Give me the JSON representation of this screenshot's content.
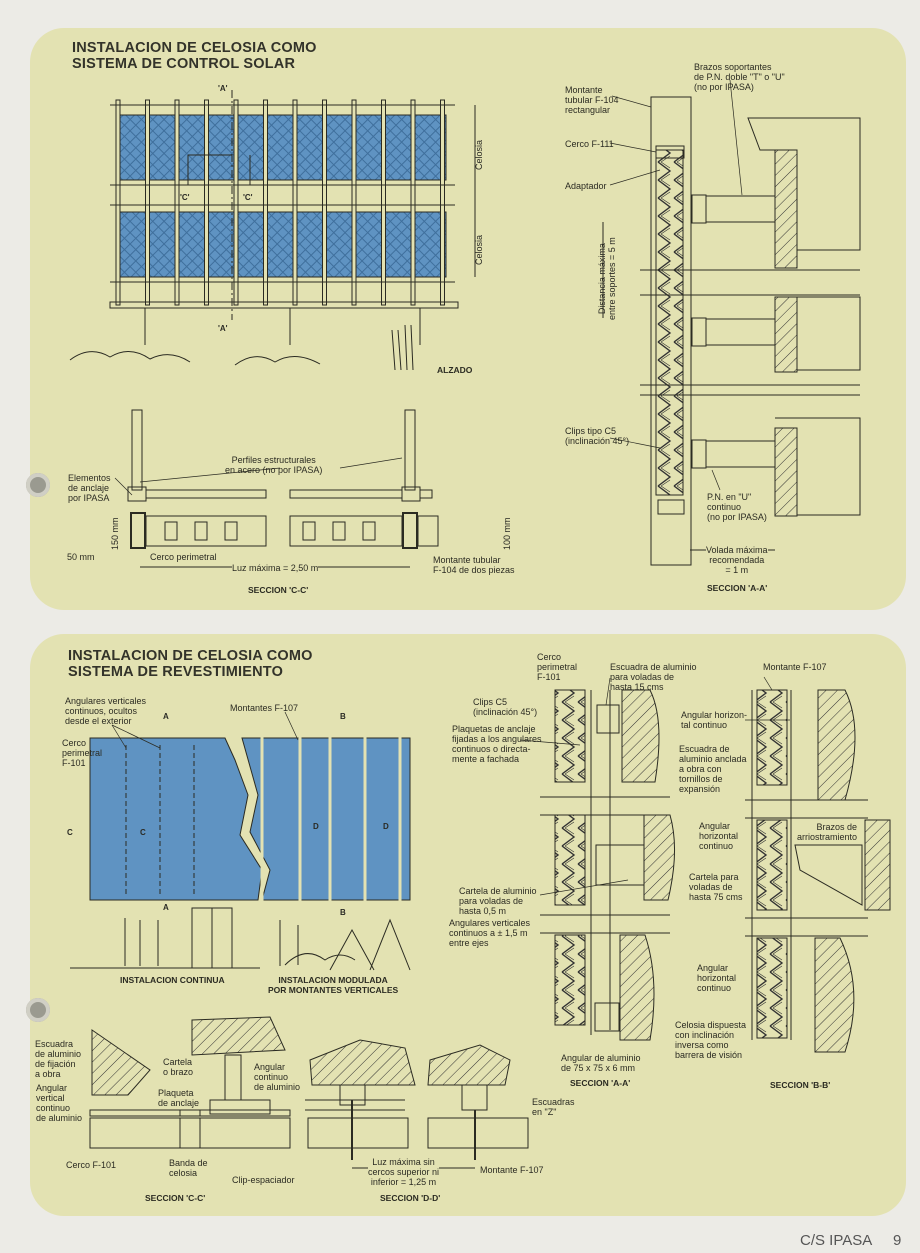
{
  "top_section": {
    "title": "INSTALACION DE CELOSIA COMO\nSISTEMA DE CONTROL SOLAR",
    "elevation": {
      "caption": "ALZADO",
      "markers": [
        "'A'",
        "'A'",
        "'C'",
        "'C'"
      ],
      "dim_labels": [
        "Celosia",
        "Celosia"
      ]
    },
    "section_cc": {
      "caption": "SECCION 'C-C'",
      "labels": {
        "anclaje": "Elementos\nde anclaje\npor IPASA",
        "perfiles": "Perfiles estructurales\nen acero (no por IPASA)",
        "h150": "150 mm",
        "w50": "50 mm",
        "cerco": "Cerco perimetral",
        "luz": "Luz máxima = 2,50 m",
        "montante": "Montante tubular\nF-104 de dos piezas",
        "h100": "100 mm"
      }
    },
    "section_aa": {
      "caption": "SECCION 'A-A'",
      "labels": {
        "montante": "Montante\ntubular F-104\nrectangular",
        "brazos": "Brazos soportantes\nde P.N. doble \"T\" o \"U\"\n(no por IPASA)",
        "cerco": "Cerco F-111",
        "adaptador": "Adaptador",
        "distancia": "Distancia máxima\nentre soportes = 5 m",
        "clips": "Clips tipo C5\n(inclinación 45°)",
        "pn": "P.N. en \"U\"\ncontinuo\n(no por IPASA)",
        "volada": "Volada máxima\nrecomendada\n= 1 m"
      }
    }
  },
  "bottom_section": {
    "title": "INSTALACION DE CELOSIA COMO\nSISTEMA DE REVESTIMIENTO",
    "elevation": {
      "angulares": "Angulares verticales\ncontinuos, ocultos\ndesde el exterior",
      "cerco": "Cerco\nperimetral\nF-101",
      "montantes": "Montantes F-107",
      "markers": [
        "A",
        "A",
        "B",
        "B",
        "C",
        "C",
        "D",
        "D"
      ],
      "caption_continua": "INSTALACION CONTINUA",
      "caption_modulada": "INSTALACION MODULADA\nPOR MONTANTES VERTICALES"
    },
    "section_aa": {
      "caption": "SECCION 'A-A'",
      "labels": {
        "cerco": "Cerco\nperimetral\nF-101",
        "escuadra": "Escuadra de aluminio\npara voladas de\nhasta 15 cms",
        "clips": "Clips C5\n(inclinación 45°)",
        "plaquetas": "Plaquetas de anclaje\nfijadas a los angulares\ncontinuos o directa-\nmente a fachada",
        "cartela": "Cartela de aluminio\npara voladas de\nhasta 0,5 m",
        "angulares": "Angulares verticales\ncontinuos a ± 1,5 m\nentre ejes",
        "angular75": "Angular de aluminio\nde 75 x 75 x 6 mm"
      }
    },
    "section_bb": {
      "caption": "SECCION 'B-B'",
      "labels": {
        "montante": "Montante F-107",
        "angular1": "Angular horizon-\ntal continuo",
        "escuadra": "Escuadra de\naluminio anclada\na obra con\ntornillos de\nexpansión",
        "angular2": "Angular\nhorizontal\ncontinuo",
        "brazos": "Brazos de\narriostramiento",
        "cartela": "Cartela para\nvoladas de\nhasta 75 cms",
        "angular3": "Angular\nhorizontal\ncontinuo",
        "celosia": "Celosia dispuesta\ncon inclinación\ninversa como\nbarrera de visión"
      }
    },
    "section_cc": {
      "caption": "SECCION 'C-C'",
      "labels": {
        "escuadra": "Escuadra\nde aluminio\nde fijación\na obra",
        "angular": "Angular\nvertical\ncontinuo\nde aluminio",
        "cerco": "Cerco F-101",
        "cartela": "Cartela\no brazo",
        "plaqueta": "Plaqueta\nde anclaje",
        "angular_cont": "Angular\ncontinuo\nde aluminio",
        "banda": "Banda de\ncelosia",
        "clip": "Clip-espaciador"
      }
    },
    "section_dd": {
      "caption": "SECCION 'D-D'",
      "labels": {
        "luz": "Luz máxima sin\ncercos superior ni\ninferior = 1,25 m",
        "escuadras": "Escuadras\nen \"Z\"",
        "montante": "Montante F-107"
      }
    }
  },
  "footer": {
    "brand": "C/S IPASA",
    "page": "9"
  },
  "colors": {
    "panel": "#e3e2b2",
    "glass_blue": "#5f93c2",
    "line": "#2b2b22"
  }
}
